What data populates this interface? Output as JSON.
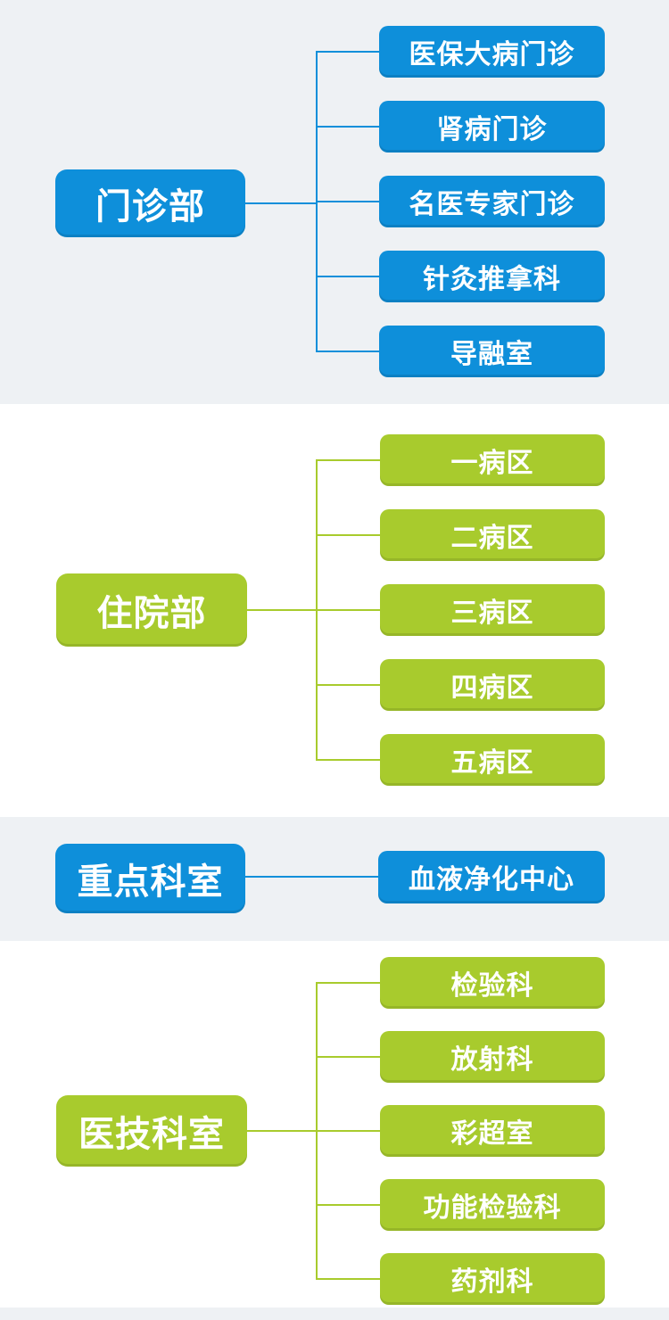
{
  "colors": {
    "blue": "#0e8fda",
    "green": "#a8cb2d",
    "band_gray": "#eef1f4",
    "node_text": "#ffffff"
  },
  "org_chart": {
    "sections": [
      {
        "id": "outpatient",
        "color": "blue",
        "parent": "门诊部",
        "children": [
          "医保大病门诊",
          "肾病门诊",
          "名医专家门诊",
          "针灸推拿科",
          "导融室"
        ]
      },
      {
        "id": "inpatient",
        "color": "green",
        "parent": "住院部",
        "children": [
          "一病区",
          "二病区",
          "三病区",
          "四病区",
          "五病区"
        ]
      },
      {
        "id": "key-departments",
        "color": "blue",
        "parent": "重点科室",
        "children": [
          "血液净化中心"
        ]
      },
      {
        "id": "medical-technology",
        "color": "green",
        "parent": "医技科室",
        "children": [
          "检验科",
          "放射科",
          "彩超室",
          "功能检验科",
          "药剂科"
        ]
      }
    ]
  }
}
